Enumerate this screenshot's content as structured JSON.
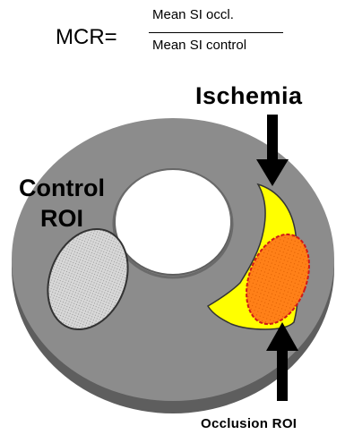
{
  "formula": {
    "lhs": "MCR=",
    "numerator": "Mean SI occl.",
    "denominator": "Mean SI control"
  },
  "labels": {
    "ischemia": "Ischemia",
    "control_line1": "Control",
    "control_line2": "ROI",
    "occlusion_roi": "Occlusion ROI"
  },
  "colors": {
    "myocardium": "#8a8a8a",
    "myocardium_edge": "#5a5a5a",
    "ischemia": "#ffff00",
    "occlusion_roi": "#ff7f10",
    "control_roi": "#d3d3d3",
    "arrow": "#000000"
  }
}
